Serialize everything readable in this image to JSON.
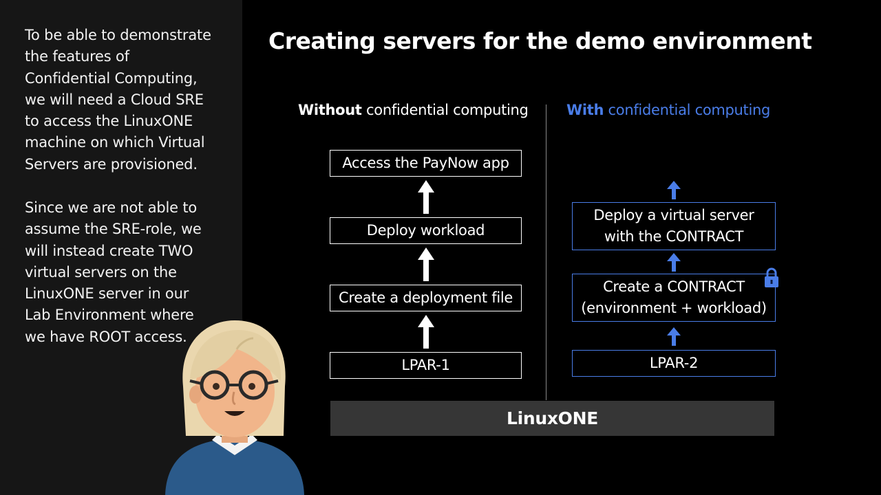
{
  "sidebar": {
    "paragraph1_lines": [
      "To be able to demonstrate",
      "the features of",
      "Confidential Computing,",
      "we will need a Cloud SRE",
      "to access the LinuxONE",
      "machine on which Virtual",
      "Servers are provisioned."
    ],
    "paragraph2_lines": [
      "Since we are not able to",
      "assume the SRE-role, we",
      "will instead create TWO",
      "virtual servers on the",
      "LinuxONE server in our",
      "Lab Environment where",
      "we have ROOT access."
    ]
  },
  "slide": {
    "title": "Creating servers for the demo environment",
    "left_column": {
      "heading_bold": "Without",
      "heading_rest": " confidential computing",
      "boxes": {
        "top": "Access the PayNow app",
        "second": "Deploy workload",
        "third": "Create a deployment file",
        "bottom": "LPAR-1"
      }
    },
    "right_column": {
      "heading_bold": "With",
      "heading_rest": " confidential computing",
      "boxes": {
        "top_line1": "Deploy a virtual server",
        "top_line2": "with the CONTRACT",
        "middle_line1": "Create a CONTRACT",
        "middle_line2": "(environment + workload)",
        "bottom": "LPAR-2"
      }
    },
    "platform": "LinuxONE"
  },
  "colors": {
    "accent_blue": "#4a7de8",
    "background": "#000000",
    "sidebar": "#161616",
    "platform_bar": "#363636"
  },
  "icons": [
    "lock-icon",
    "arrow-up-icon",
    "presenter-avatar"
  ]
}
